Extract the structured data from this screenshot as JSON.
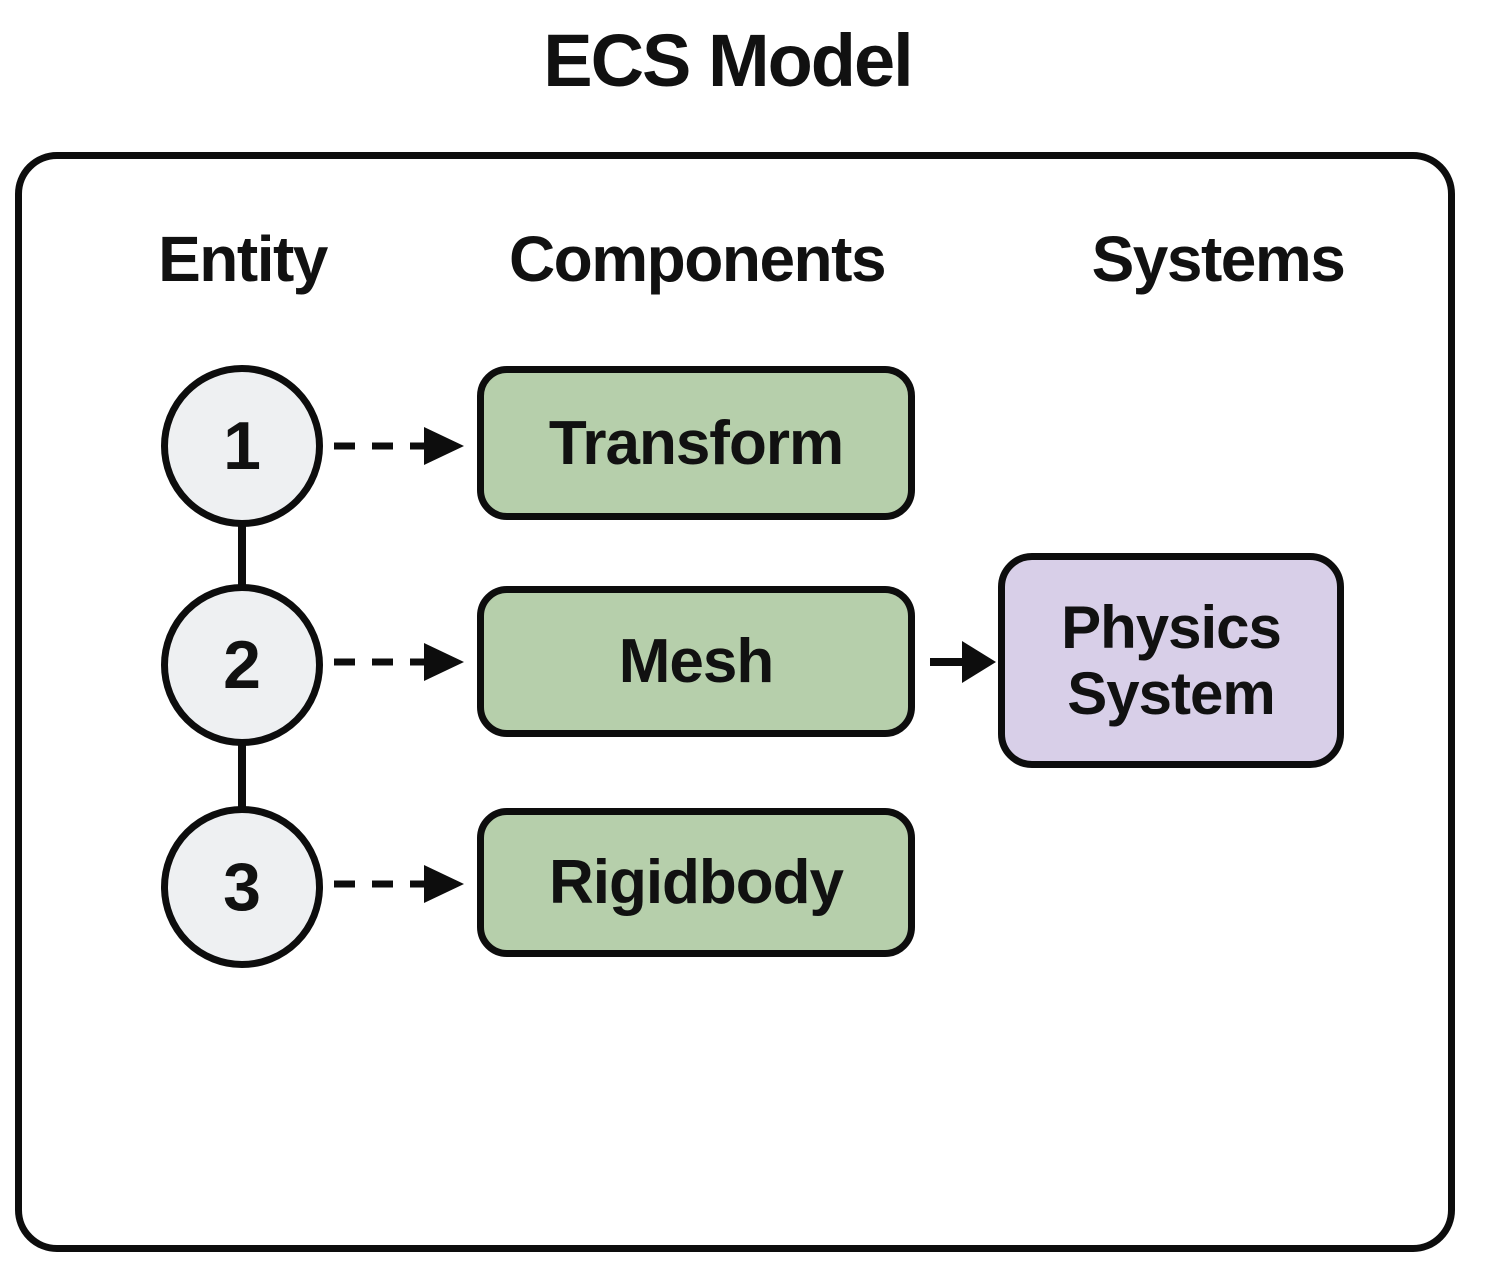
{
  "title": "ECS Model",
  "columns": {
    "entity": "Entity",
    "components": "Components",
    "systems": "Systems"
  },
  "entities": [
    "1",
    "2",
    "3"
  ],
  "components": [
    "Transform",
    "Mesh",
    "Rigidbody"
  ],
  "system_box": {
    "lines": [
      "Physics",
      "System"
    ]
  },
  "edges": [
    {
      "from": "Entity 1",
      "to": "Transform",
      "style": "dashed-arrow"
    },
    {
      "from": "Entity 2",
      "to": "Mesh",
      "style": "dashed-arrow"
    },
    {
      "from": "Entity 3",
      "to": "Rigidbody",
      "style": "dashed-arrow"
    },
    {
      "from": "Mesh",
      "to": "Physics System",
      "style": "solid-arrow"
    },
    {
      "from": "Entity 1",
      "to": "Entity 2",
      "style": "solid-line"
    },
    {
      "from": "Entity 2",
      "to": "Entity 3",
      "style": "solid-line"
    }
  ],
  "colors": {
    "background": "#ffffff",
    "stroke": "#0d0d0d",
    "component_fill": "#b6cfab",
    "system_fill": "#d8cfe8",
    "entity_fill": "#eef0f2",
    "text": "#111111"
  }
}
